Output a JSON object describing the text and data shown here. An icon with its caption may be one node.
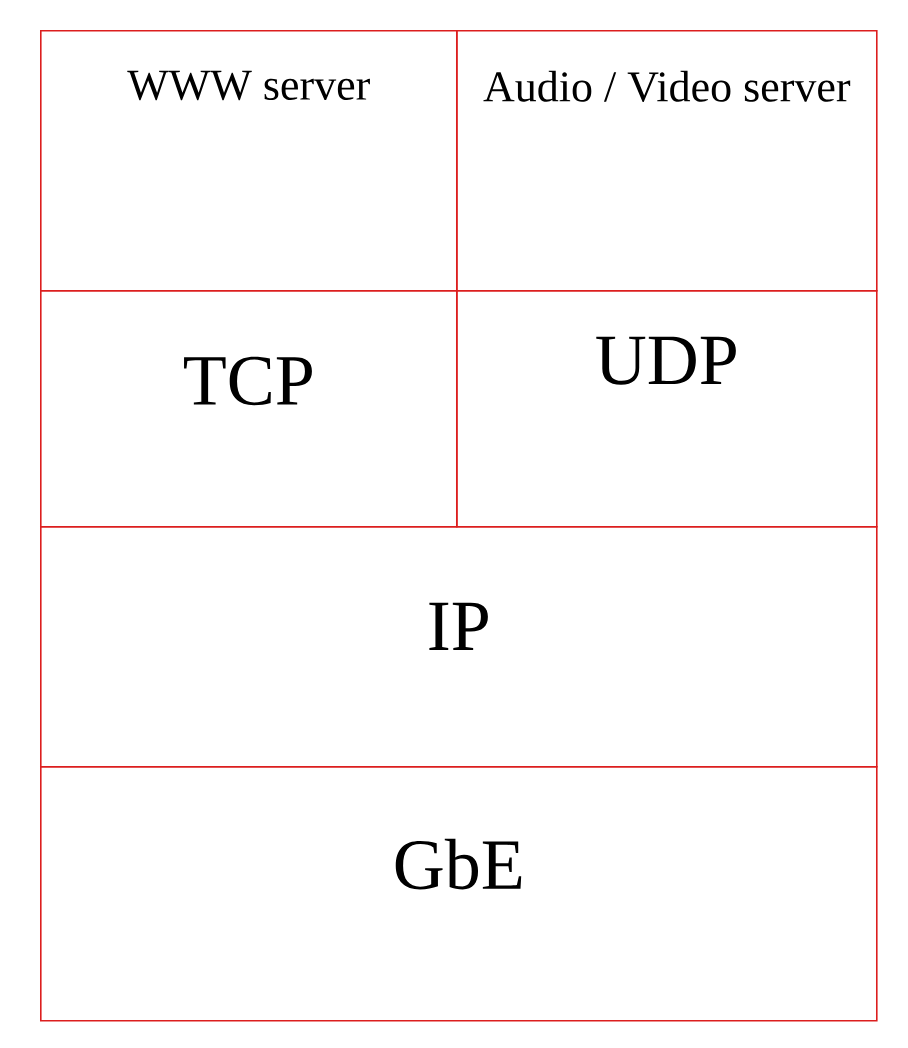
{
  "diagram": {
    "nodes": [
      {
        "text": [
          "WWW server"
        ]
      },
      {
        "text": [
          "Audio / Video server"
        ]
      },
      {
        "text": [
          "TCP"
        ]
      },
      {
        "text": [
          "UDP"
        ]
      },
      {
        "text": [
          "IP"
        ]
      },
      {
        "text": [
          "GbE"
        ]
      }
    ]
  }
}
